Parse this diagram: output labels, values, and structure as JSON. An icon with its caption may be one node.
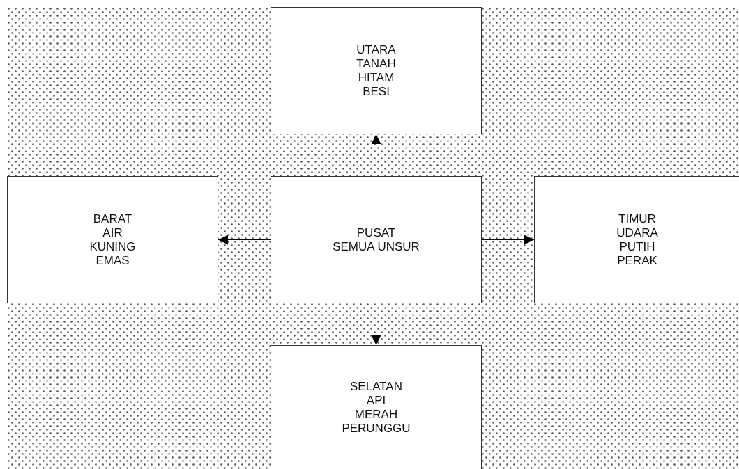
{
  "diagram": {
    "nodes": [
      {
        "text": [
          "UTARA",
          "TANAH",
          "HITAM",
          "BESI"
        ]
      },
      {
        "text": [
          "BARAT",
          "AIR",
          "KUNING",
          "EMAS"
        ]
      },
      {
        "text": [
          "PUSAT",
          "SEMUA UNSUR"
        ]
      },
      {
        "text": [
          "TIMUR",
          "UDARA",
          "PUTIH",
          "PERAK"
        ]
      },
      {
        "text": [
          "SELATAN",
          "API",
          "MERAH",
          "PERUNGGU"
        ]
      }
    ],
    "edges": [
      {
        "from": 2,
        "to": 0,
        "arrow": "to"
      },
      {
        "from": 2,
        "to": 1,
        "arrow": "to"
      },
      {
        "from": 2,
        "to": 3,
        "arrow": "to"
      },
      {
        "from": 2,
        "to": 4,
        "arrow": "to"
      }
    ]
  }
}
